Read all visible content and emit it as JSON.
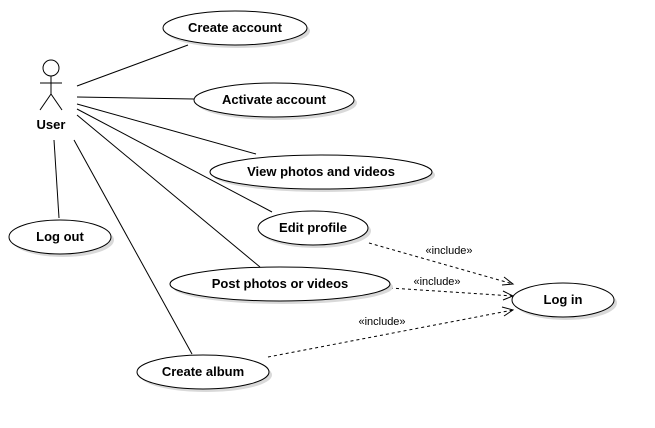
{
  "actor": {
    "name": "User"
  },
  "use_cases": {
    "create_account": "Create account",
    "activate_account": "Activate account",
    "view_photos_videos": "View photos and videos",
    "edit_profile": "Edit profile",
    "post_photos_videos": "Post photos or videos",
    "create_album": "Create album",
    "log_out": "Log out",
    "log_in": "Log in"
  },
  "dependencies": {
    "edit_profile_to_log_in": "«include»",
    "post_to_log_in": "«include»",
    "album_to_log_in": "«include»"
  }
}
